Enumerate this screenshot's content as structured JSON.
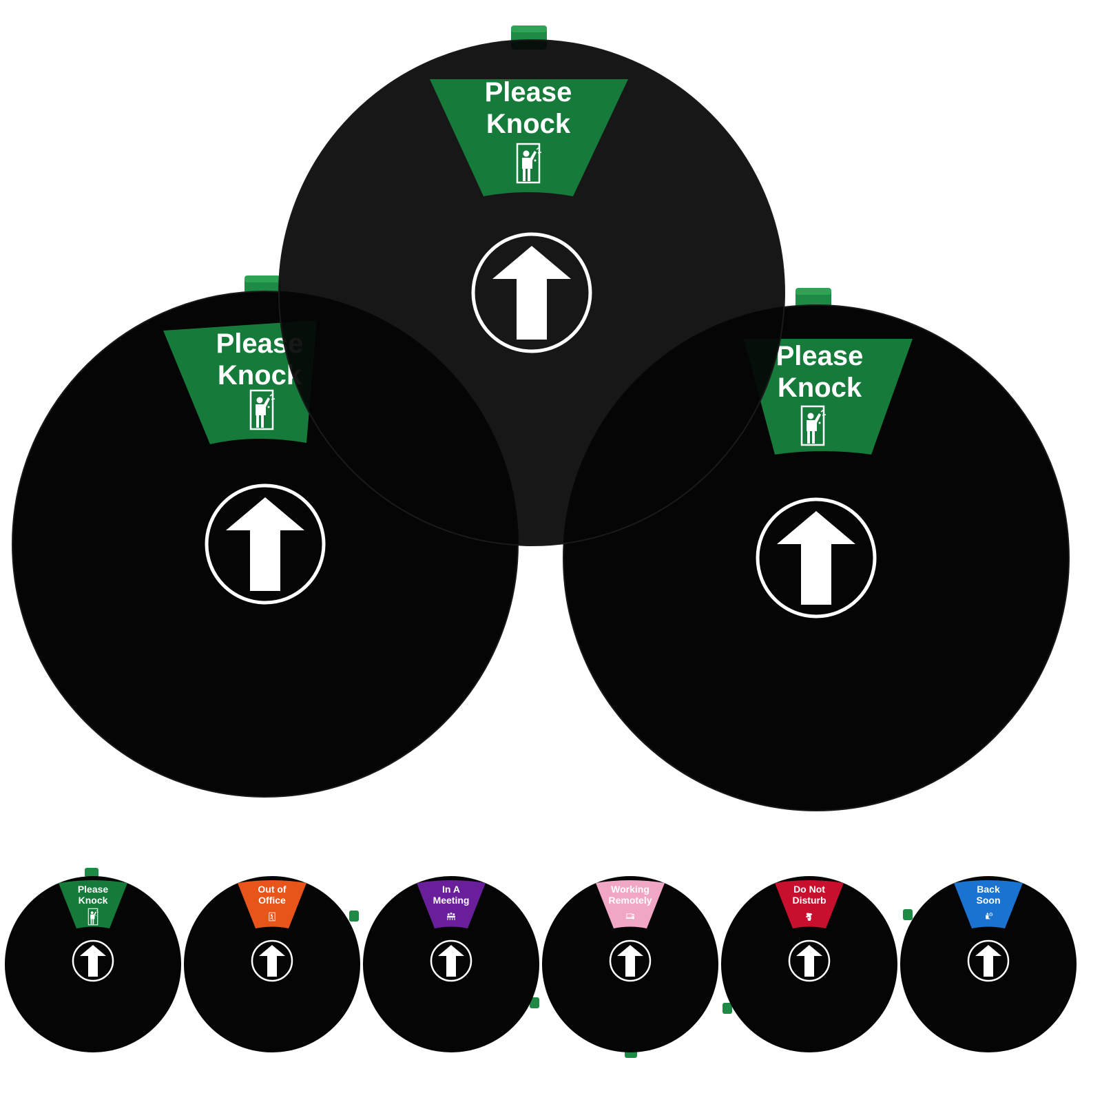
{
  "large_signs": [
    {
      "lines": [
        "Please",
        "Knock"
      ],
      "color": "#157a3a"
    },
    {
      "lines": [
        "Please",
        "Knock"
      ],
      "color": "#157a3a"
    },
    {
      "lines": [
        "Please",
        "Knock"
      ],
      "color": "#157a3a"
    }
  ],
  "small_signs": [
    {
      "lines": [
        "Please",
        "Knock"
      ],
      "color": "#157a3a",
      "text_color": "#ffffff",
      "icon": "door-knock-icon"
    },
    {
      "lines": [
        "Out of",
        "Office"
      ],
      "color": "#e8541a",
      "text_color": "#ffffff",
      "icon": "exit-door-icon"
    },
    {
      "lines": [
        "In A",
        "Meeting"
      ],
      "color": "#6a1f9a",
      "text_color": "#ffffff",
      "icon": "meeting-people-icon"
    },
    {
      "lines": [
        "Working",
        "Remotely"
      ],
      "color": "#f2a6c6",
      "text_color": "#ffffff",
      "icon": "laptop-user-icon"
    },
    {
      "lines": [
        "Do Not",
        "Disturb"
      ],
      "color": "#c8102e",
      "text_color": "#ffffff",
      "icon": "plant-icon"
    },
    {
      "lines": [
        "Back",
        "Soon"
      ],
      "color": "#1a73d1",
      "text_color": "#ffffff",
      "icon": "clock-person-icon"
    }
  ],
  "colors": {
    "disc": "#050505",
    "knob": "#1e8a45",
    "arrow": "#ffffff"
  }
}
